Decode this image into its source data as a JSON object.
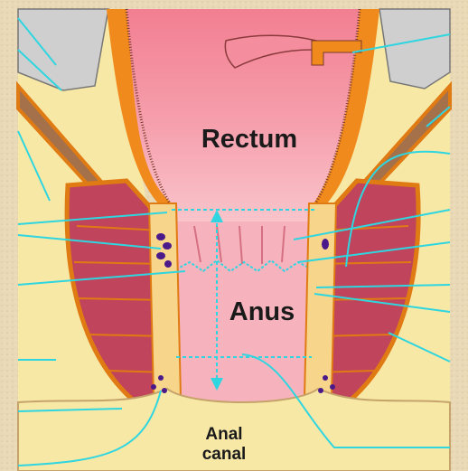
{
  "labels": {
    "rectum": "Rectum",
    "anus": "Anus",
    "anal_canal_line1": "Anal",
    "anal_canal_line2": "canal"
  },
  "colors": {
    "background": "#e9d9b6",
    "leader_line": "#2fd6e0",
    "rectum_wall": "#f28a9a",
    "lumen": "#f7a9b4",
    "muscle": "#c0445c",
    "fat": "#f7e8a6",
    "fascia": "#f08a1c",
    "vessel": "#4b1a8a"
  },
  "icons": [
    "pointer-line",
    "measurement-arrow"
  ]
}
